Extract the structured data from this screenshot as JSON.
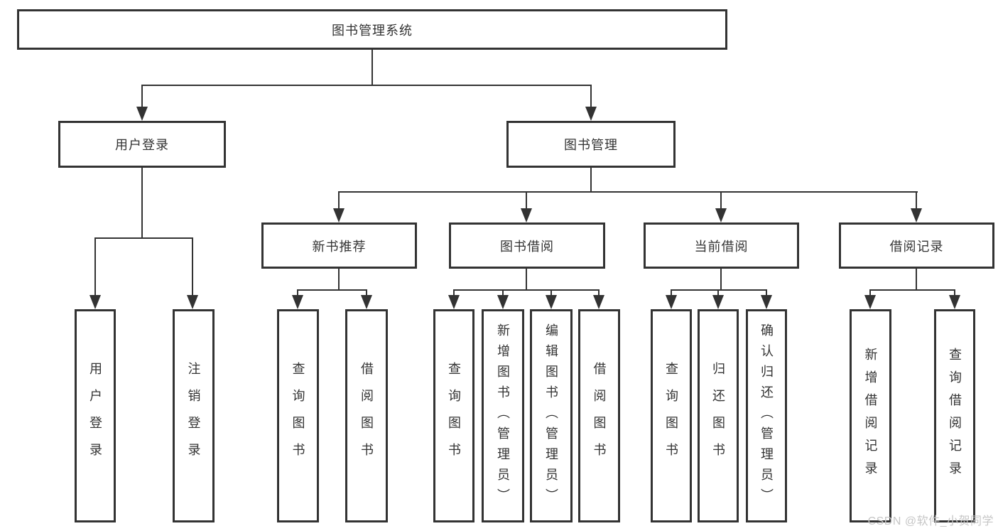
{
  "diagram": {
    "root": "图书管理系统",
    "branches": [
      {
        "label": "用户登录",
        "leaves": [
          "用户登录",
          "注销登录"
        ]
      },
      {
        "label": "图书管理",
        "sections": [
          {
            "label": "新书推荐",
            "leaves": [
              "查询图书",
              "借阅图书"
            ]
          },
          {
            "label": "图书借阅",
            "leaves": [
              "查询图书",
              "新增图书（管理员）",
              "编辑图书（管理员）",
              "借阅图书"
            ]
          },
          {
            "label": "当前借阅",
            "leaves": [
              "查询图书",
              "归还图书",
              "确认归还（管理员）"
            ]
          },
          {
            "label": "借阅记录",
            "leaves": [
              "新增借阅记录",
              "查询借阅记录"
            ]
          }
        ]
      }
    ]
  },
  "watermark": "CSDN @软件_小贺同学",
  "colors": {
    "line": "#333333",
    "text": "#333333",
    "watermark": "#c6c6c6",
    "background": "#ffffff"
  }
}
